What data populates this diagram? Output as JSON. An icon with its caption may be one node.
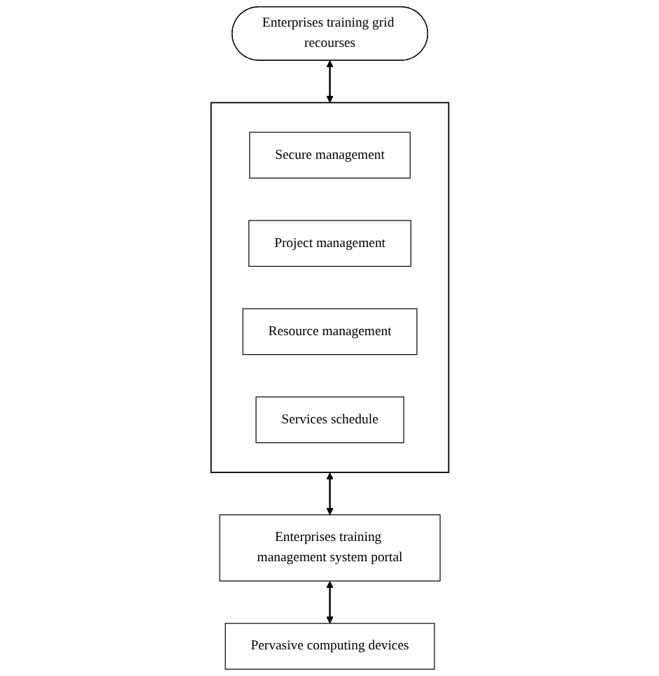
{
  "diagram": {
    "nodes": [
      {
        "text": [
          "Enterprises training grid recourses"
        ]
      },
      {
        "text": [],
        "shape": "box"
      },
      {
        "text": [
          "Secure management"
        ],
        "in": 1
      },
      {
        "text": [
          "Project management"
        ],
        "in": 1
      },
      {
        "text": [
          "Resource management"
        ],
        "in": 1
      },
      {
        "text": [
          "Services schedule"
        ],
        "in": 1
      },
      {
        "text": [
          "Enterprises training management system portal"
        ]
      },
      {
        "text": [
          "Pervasive computing devices"
        ]
      }
    ],
    "edges": [
      {
        "from": 0,
        "to": 1,
        "arrow": "both"
      },
      {
        "from": 1,
        "to": 6,
        "arrow": "both"
      },
      {
        "from": 6,
        "to": 7,
        "arrow": "both"
      }
    ]
  }
}
